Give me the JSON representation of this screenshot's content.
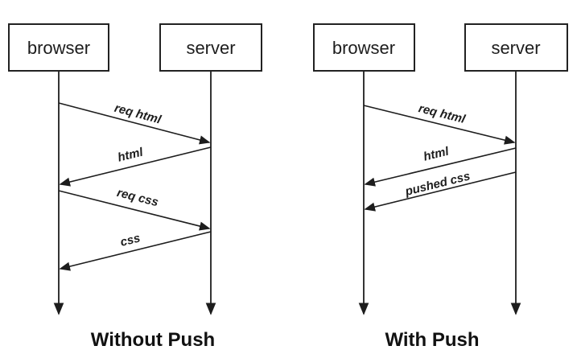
{
  "diagram": {
    "type": "sequence-comparison",
    "background_color": "#ffffff",
    "line_color": "#1d1d1d",
    "panels": [
      {
        "title": "Without Push",
        "actors": [
          {
            "label": "browser"
          },
          {
            "label": "server"
          }
        ],
        "messages": [
          {
            "label": "req html",
            "from": "browser",
            "to": "server"
          },
          {
            "label": "html",
            "from": "server",
            "to": "browser"
          },
          {
            "label": "req css",
            "from": "browser",
            "to": "server"
          },
          {
            "label": "css",
            "from": "server",
            "to": "browser"
          }
        ]
      },
      {
        "title": "With Push",
        "actors": [
          {
            "label": "browser"
          },
          {
            "label": "server"
          }
        ],
        "messages": [
          {
            "label": "req html",
            "from": "browser",
            "to": "server"
          },
          {
            "label": "html",
            "from": "server",
            "to": "browser"
          },
          {
            "label": "pushed css",
            "from": "server",
            "to": "browser"
          }
        ]
      }
    ]
  }
}
